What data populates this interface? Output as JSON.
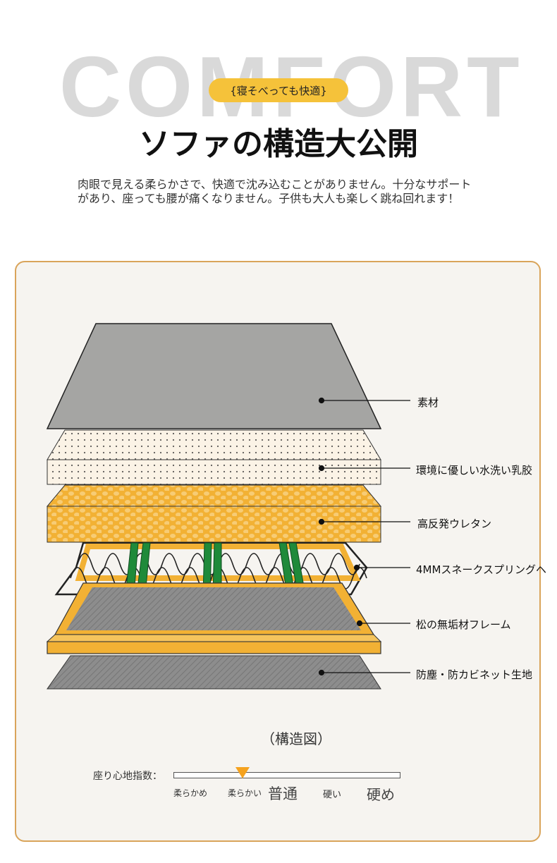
{
  "header": {
    "bg_word": "COMFORT",
    "tag": "{寝そべっても快適}",
    "title": "ソファの構造大公開",
    "description": "肉眼で見える柔らかさで、快適で沈み込むことがありません。十分なサポートがあり、座っても腰が痛くなりません。子供も大人も楽しく跳ね回れます！"
  },
  "layers": [
    {
      "label": "素材"
    },
    {
      "label": "環境に優しい水洗い乳胶"
    },
    {
      "label": "高反発ウレタン"
    },
    {
      "label": "4MMスネークスプリングヘ"
    },
    {
      "label": "松の無垢材フレーム"
    },
    {
      "label": "防塵・防カビネット生地"
    }
  ],
  "caption": "（構造図）",
  "comfort_index": {
    "label": "座り心地指数：",
    "scale": [
      "柔らかめ",
      "柔らかい",
      "普通",
      "硬い",
      "硬め"
    ],
    "selected": "普通"
  },
  "colors": {
    "accent": "#f5c23a",
    "panel_border": "#d9a45a",
    "frame": "#f2b134",
    "spring_support": "#1f8a3a"
  }
}
